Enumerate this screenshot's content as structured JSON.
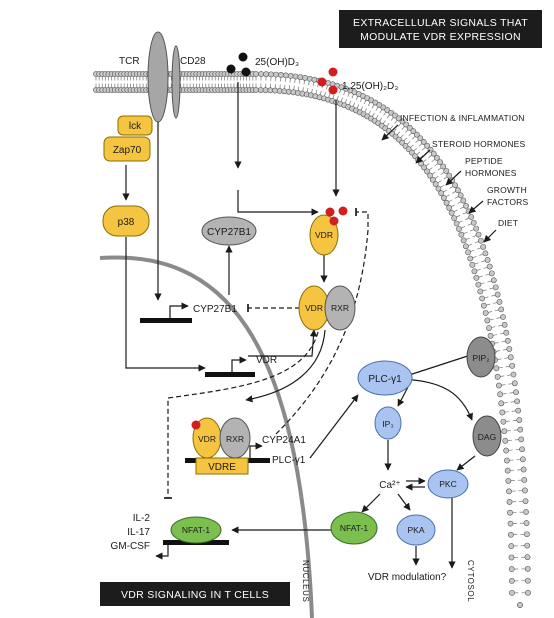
{
  "banner_top": {
    "line1": "EXTRACELLULAR SIGNALS THAT",
    "line2": "MODULATE VDR EXPRESSION"
  },
  "banner_bottom": {
    "label": "VDR SIGNALING IN T CELLS"
  },
  "receptors": {
    "tcr": "TCR",
    "cd28": "CD28"
  },
  "ligands": {
    "d3_25": "25(OH)D₃",
    "d3_125": "1,25(OH)₂D₃"
  },
  "signals": {
    "infection": "INFECTION & INFLAMMATION",
    "steroid": "STEROID HORMONES",
    "peptide_1": "PEPTIDE",
    "peptide_2": "HORMONES",
    "growth_1": "GROWTH",
    "growth_2": "FACTORS",
    "diet": "DIET"
  },
  "proteins": {
    "lck": "lck",
    "zap70": "Zap70",
    "p38": "p38",
    "cyp27b1": "CYP27B1",
    "vdr": "VDR",
    "rxr": "RXR",
    "vdre": "VDRE",
    "plc": "PLC-γ1",
    "ip3": "IP₃",
    "pip2": "PIP₂",
    "dag": "DAG",
    "ca": "Ca²⁺",
    "pkc": "PKC",
    "pka": "PKA",
    "nfat": "NFAT-1"
  },
  "genes": {
    "cyp27b1": "CYP27B1",
    "vdr": "VDR",
    "cyp24a1": "CYP24A1",
    "plc": "PLC-γ1",
    "il2": "IL-2",
    "il17": "IL-17",
    "gmcsf": "GM-CSF"
  },
  "outcome": "VDR modulation?",
  "compartments": {
    "nucleus": "NUCLEUS",
    "cytosol": "CYTOSOL"
  },
  "colors": {
    "yellow": "#f5c542",
    "grey": "#b3b3b3",
    "dark_grey": "#8c8c8c",
    "blue": "#a9c4f0",
    "green": "#7bbf4f",
    "red": "#d11f1f",
    "membrane_head": "#c8c8c8",
    "banner": "#1c1c1c"
  }
}
